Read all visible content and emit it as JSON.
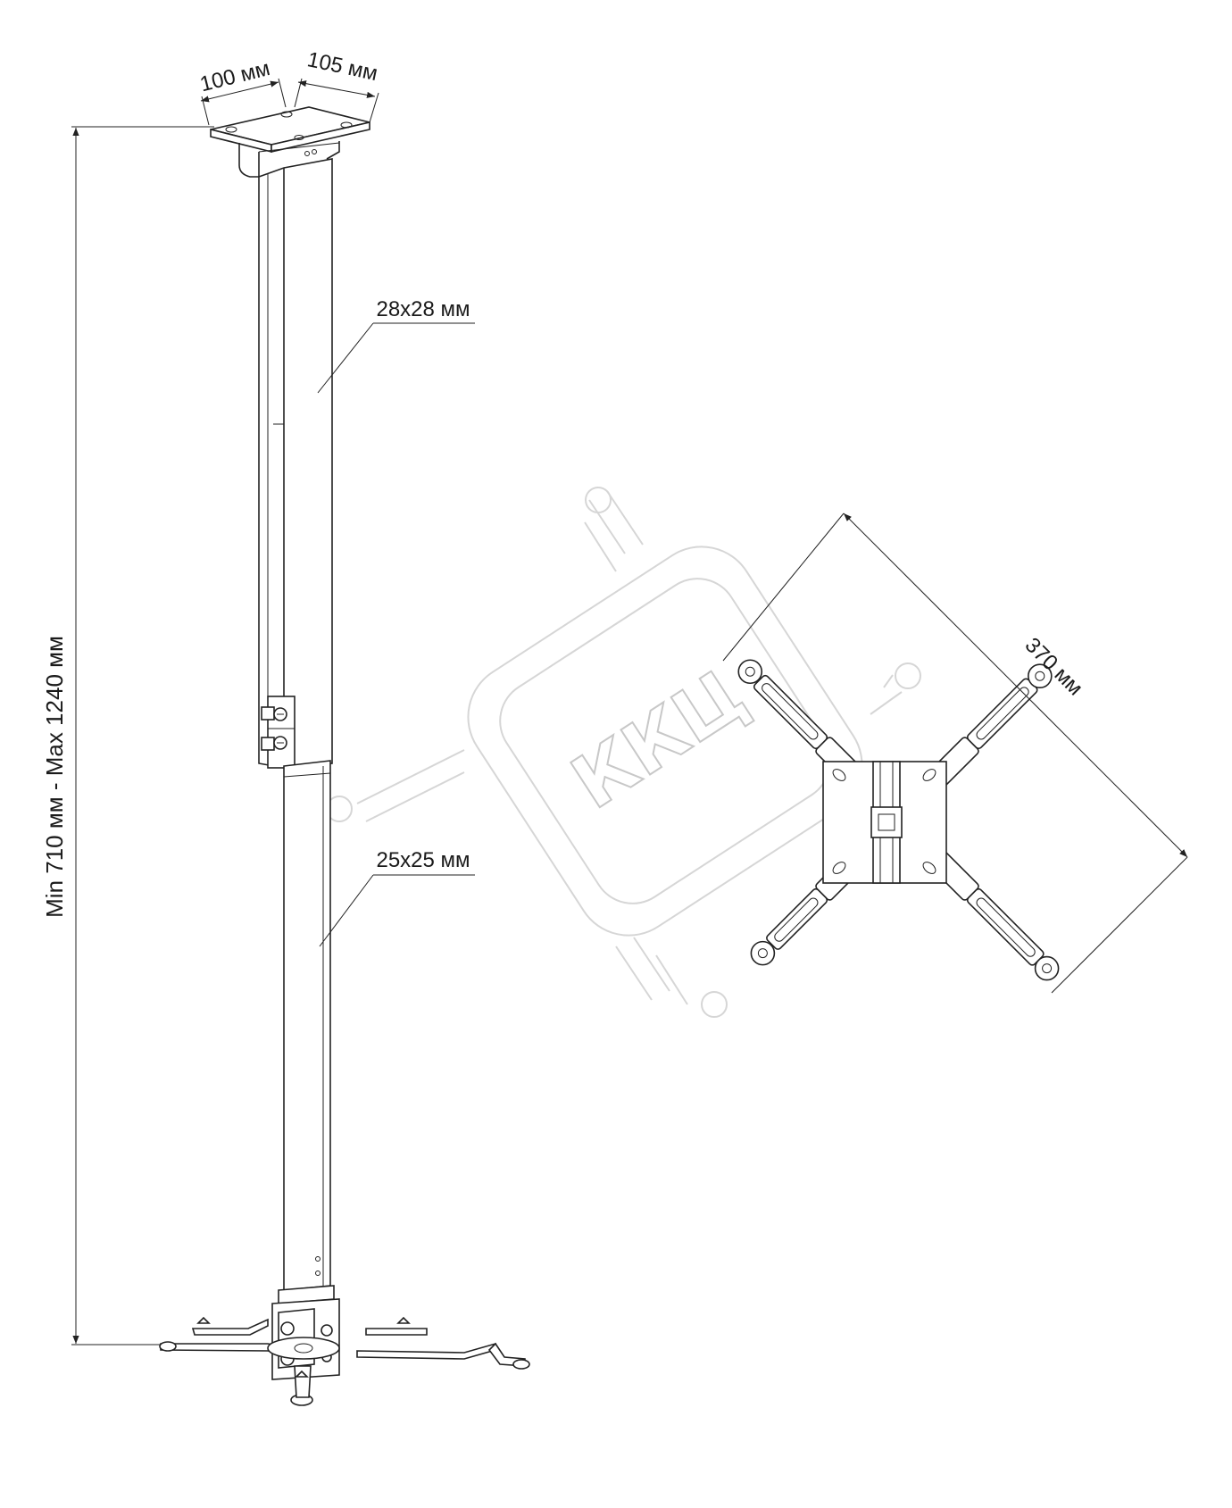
{
  "dimensions": {
    "plate_width": "100 мм",
    "plate_depth": "105 мм",
    "height_range": "Min 710 мм - Max 1240 мм",
    "upper_tube": "28x28 мм",
    "lower_tube": "25x25 мм",
    "arm_span": "370 мм"
  },
  "watermark": {
    "text": "ККЦ",
    "color": "#c8c8c8"
  },
  "colors": {
    "line": "#222222",
    "background": "#ffffff"
  }
}
